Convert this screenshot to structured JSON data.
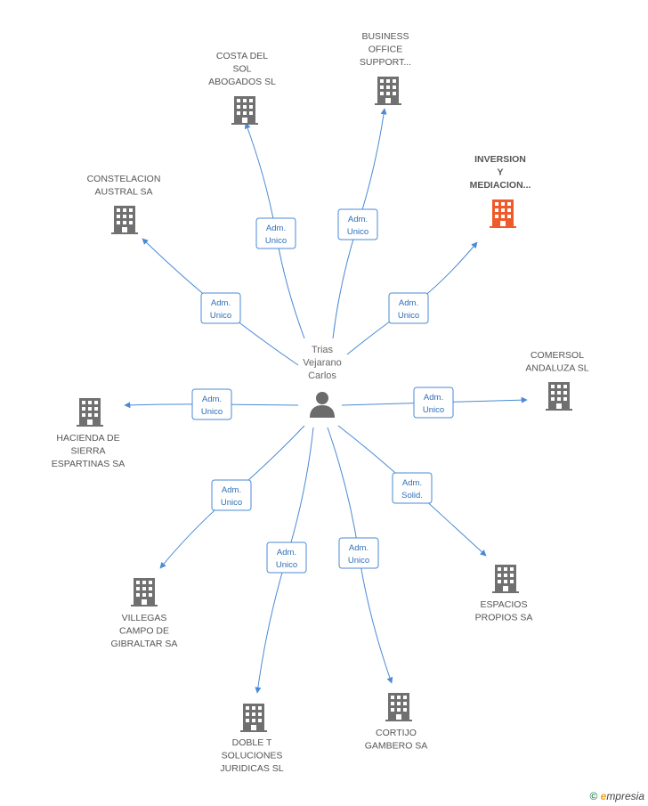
{
  "center": {
    "name_lines": [
      "Trias",
      "Vejarano",
      "Carlos"
    ],
    "icon": "person-icon"
  },
  "colors": {
    "edge": "#4a8ad4",
    "building": "#707070",
    "highlight": "#f05a2a"
  },
  "companies": [
    {
      "id": "costa-del-sol",
      "lines": [
        "COSTA DEL",
        "SOL",
        "ABOGADOS SL"
      ],
      "role": [
        "Adm.",
        "Unico"
      ],
      "highlight": false
    },
    {
      "id": "business-office",
      "lines": [
        "BUSINESS",
        "OFFICE",
        "SUPPORT..."
      ],
      "role": [
        "Adm.",
        "Unico"
      ],
      "highlight": false
    },
    {
      "id": "inversion-mediacion",
      "lines": [
        "INVERSION",
        "Y",
        "MEDIACION..."
      ],
      "role": [
        "Adm.",
        "Unico"
      ],
      "highlight": true
    },
    {
      "id": "constelacion-austral",
      "lines": [
        "CONSTELACION",
        "AUSTRAL SA"
      ],
      "role": [
        "Adm.",
        "Unico"
      ],
      "highlight": false
    },
    {
      "id": "comersol-andaluza",
      "lines": [
        "COMERSOL",
        "ANDALUZA SL"
      ],
      "role": [
        "Adm.",
        "Unico"
      ],
      "highlight": false
    },
    {
      "id": "hacienda-de-sierra",
      "lines": [
        "HACIENDA DE",
        "SIERRA",
        "ESPARTINAS SA"
      ],
      "role": [
        "Adm.",
        "Unico"
      ],
      "highlight": false
    },
    {
      "id": "espacios-propios",
      "lines": [
        "ESPACIOS",
        "PROPIOS SA"
      ],
      "role": [
        "Adm.",
        "Solid."
      ],
      "highlight": false
    },
    {
      "id": "villegas-campo",
      "lines": [
        "VILLEGAS",
        "CAMPO DE",
        "GIBRALTAR SA"
      ],
      "role": [
        "Adm.",
        "Unico"
      ],
      "highlight": false
    },
    {
      "id": "doble-t",
      "lines": [
        "DOBLE T",
        "SOLUCIONES",
        "JURIDICAS SL"
      ],
      "role": [
        "Adm.",
        "Unico"
      ],
      "highlight": false
    },
    {
      "id": "cortijo-gambero",
      "lines": [
        "CORTIJO",
        "GAMBERO SA"
      ],
      "role": [
        "Adm.",
        "Unico"
      ],
      "highlight": false
    }
  ],
  "footer": {
    "copyright": "©",
    "brand_initial": "e",
    "brand_rest": "mpresia"
  }
}
